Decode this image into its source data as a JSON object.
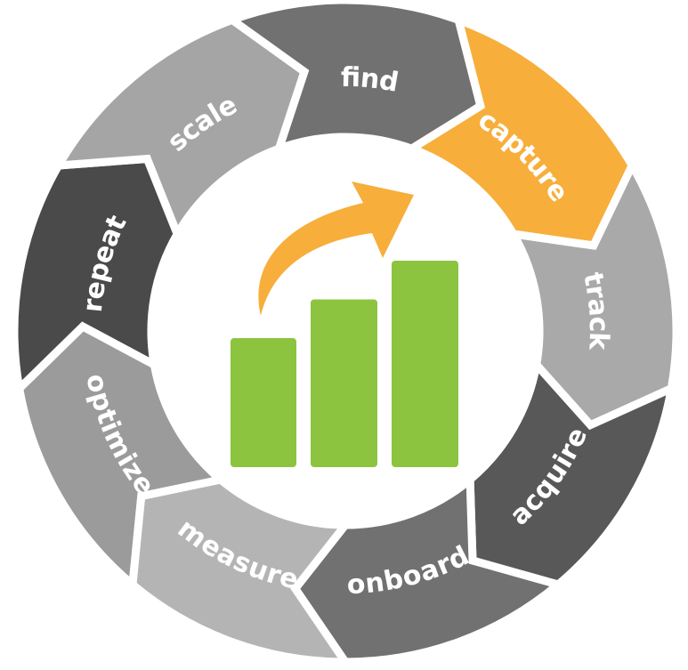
{
  "cycle": {
    "segments": [
      {
        "label": "find",
        "color": "#717171"
      },
      {
        "label": "capture",
        "color": "#f7ae3b"
      },
      {
        "label": "track",
        "color": "#a9a9a9"
      },
      {
        "label": "acquire",
        "color": "#585858"
      },
      {
        "label": "onboard",
        "color": "#717171"
      },
      {
        "label": "measure",
        "color": "#b4b4b4"
      },
      {
        "label": "optimize",
        "color": "#9b9b9b"
      },
      {
        "label": "repeat",
        "color": "#4a4a4a"
      },
      {
        "label": "scale",
        "color": "#a5a5a5"
      }
    ],
    "separator_color": "#ffffff"
  },
  "center_icon": {
    "name": "growth-chart-icon",
    "bar_color": "#8cc43f",
    "arrow_color": "#f7ae3b",
    "bar_levels": [
      0.5,
      0.65,
      0.8
    ]
  }
}
